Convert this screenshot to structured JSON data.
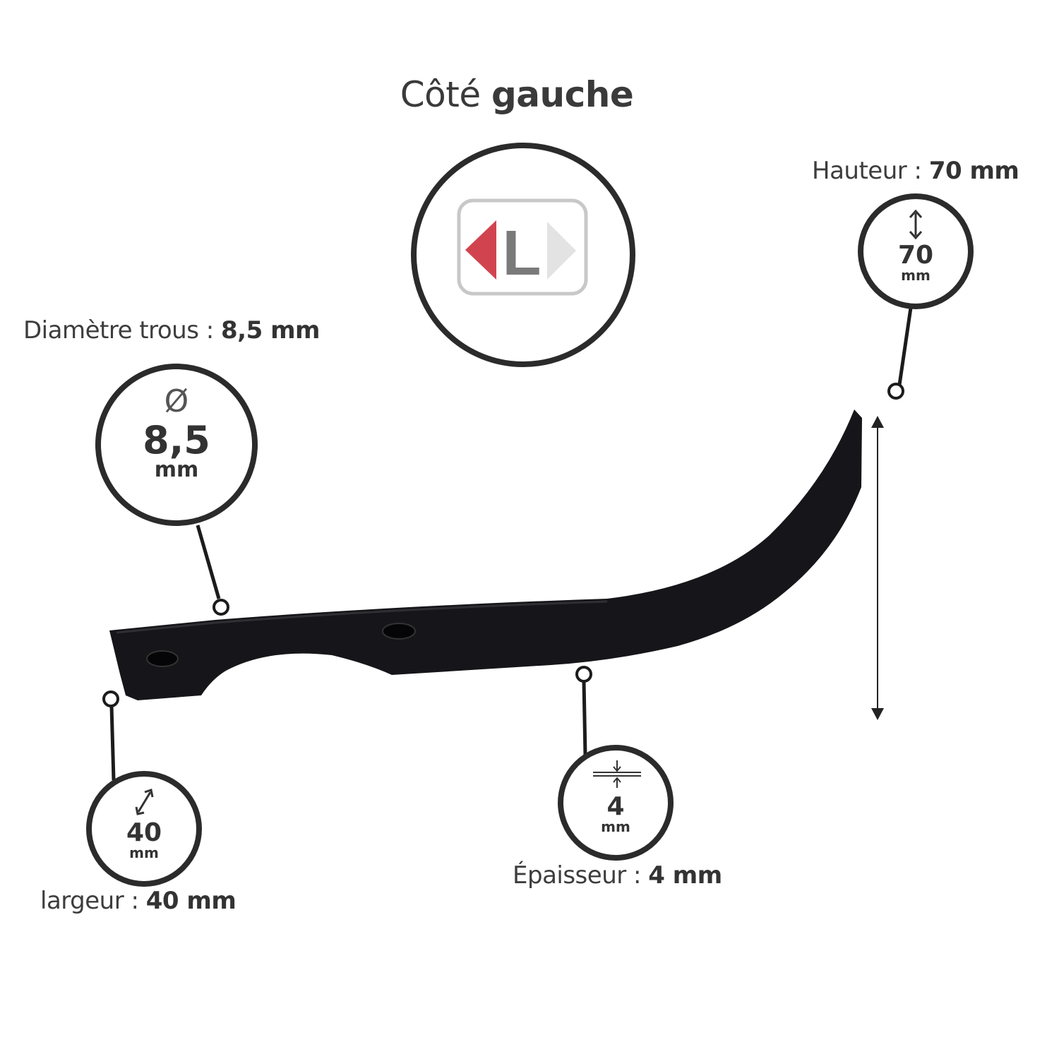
{
  "title": {
    "prefix": "Côté",
    "emphasis": "gauche"
  },
  "side_badge": {
    "letter": "L"
  },
  "labels": {
    "diametre": {
      "prefix": "Diamètre trous :",
      "value": "8,5 mm"
    },
    "hauteur": {
      "prefix": "Hauteur :",
      "value": "70 mm"
    },
    "largeur": {
      "prefix": "largeur :",
      "value": "40 mm"
    },
    "epaisseur": {
      "prefix": "Épaisseur :",
      "value": "4 mm"
    }
  },
  "circles": {
    "diametre": {
      "symbol": "Ø",
      "number": "8,5",
      "unit": "mm",
      "icon": "diameter-icon"
    },
    "hauteur": {
      "number": "70",
      "unit": "mm",
      "icon": "vertical-arrow-icon"
    },
    "largeur": {
      "number": "40",
      "unit": "mm",
      "icon": "diagonal-arrow-icon"
    },
    "epaisseur": {
      "number": "4",
      "unit": "mm",
      "icon": "thickness-icon"
    }
  },
  "colors": {
    "badge_red": "#d1444f",
    "badge_grey": "#e6e6e6",
    "ring": "#2b2b2b",
    "blade": "#16161a"
  }
}
